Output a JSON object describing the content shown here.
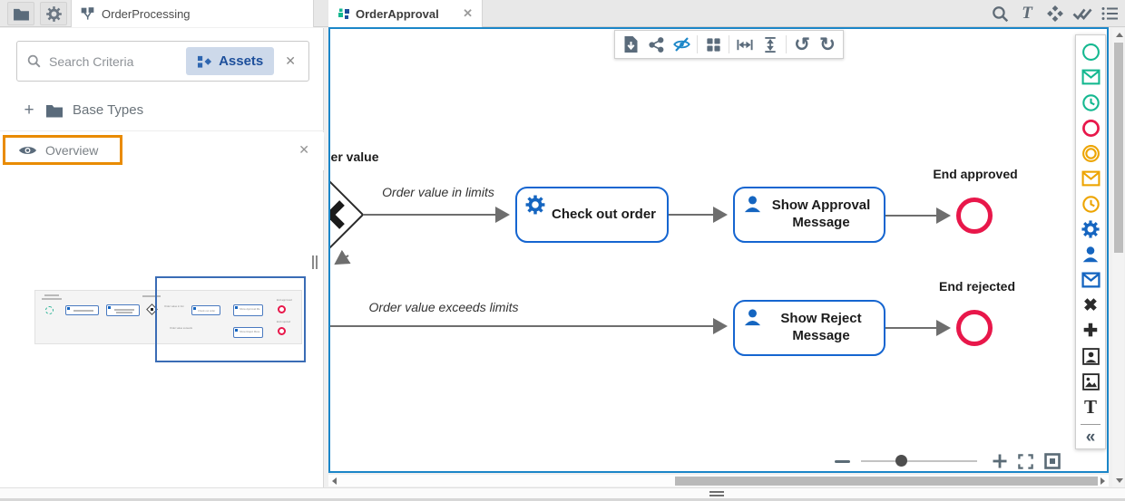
{
  "topbar": {
    "project_tab_label": "OrderProcessing",
    "left_icons": [
      "folder-icon",
      "gear-icon"
    ],
    "right_icons": [
      "search-icon",
      "text-icon",
      "shapes-icon",
      "validate-icon",
      "list-icon"
    ]
  },
  "sidebar": {
    "search_placeholder": "Search Criteria",
    "assets_button_label": "Assets",
    "tree_item_label": "Base Types",
    "overview_title": "Overview"
  },
  "canvas": {
    "tab_label": "OrderApproval",
    "close_glyph": "✕",
    "float_toolbar_icons": [
      "export-document-icon",
      "share-icon",
      "hide-eye-icon",
      "grid-icon",
      "horizontal-size-icon",
      "vertical-size-icon",
      "undo-icon",
      "redo-icon"
    ],
    "diagram": {
      "clipped_gateway_label": "der value",
      "flow_labels": [
        "Order value in limits",
        "Order value exceeds limits"
      ],
      "tasks": [
        {
          "label": "Check out order",
          "icon": "gear"
        },
        {
          "label": "Show Approval Message",
          "icon": "user"
        },
        {
          "label": "Show Reject Message",
          "icon": "user"
        }
      ],
      "end_events": [
        {
          "label": "End approved"
        },
        {
          "label": "End rejected"
        }
      ]
    },
    "zoom_controls": [
      "zoom-out",
      "zoom-slider",
      "zoom-in",
      "fullscreen",
      "fit-to-screen"
    ]
  },
  "palette": {
    "items": [
      "start-event-circle",
      "message-start-event",
      "timer-start-event",
      "end-event-circle",
      "intermediate-event-circle",
      "message-intermediate-event",
      "timer-intermediate-event",
      "service-task-gear",
      "user-task-person",
      "send-task-envelope",
      "exclusive-gateway-x",
      "parallel-gateway-plus",
      "participant-portrait",
      "image",
      "text-annotation",
      "collapse-palette"
    ],
    "collapse_glyph": "«"
  },
  "minimap": {
    "labels": [
      "Check out order",
      "Show Approval Message",
      "End approved",
      "Show Reject Message",
      "End rejected",
      "Order value in limits",
      "Order value exceeds limits"
    ]
  },
  "colors": {
    "canvas_border": "#1b86c8",
    "node_border_blue": "#1565d0",
    "icon_blue": "#1565c0",
    "event_red": "#e8174a",
    "event_green": "#14b890",
    "event_orange": "#eda400",
    "highlight_orange": "#e98b00",
    "slate_icon": "#5a6b7b"
  }
}
